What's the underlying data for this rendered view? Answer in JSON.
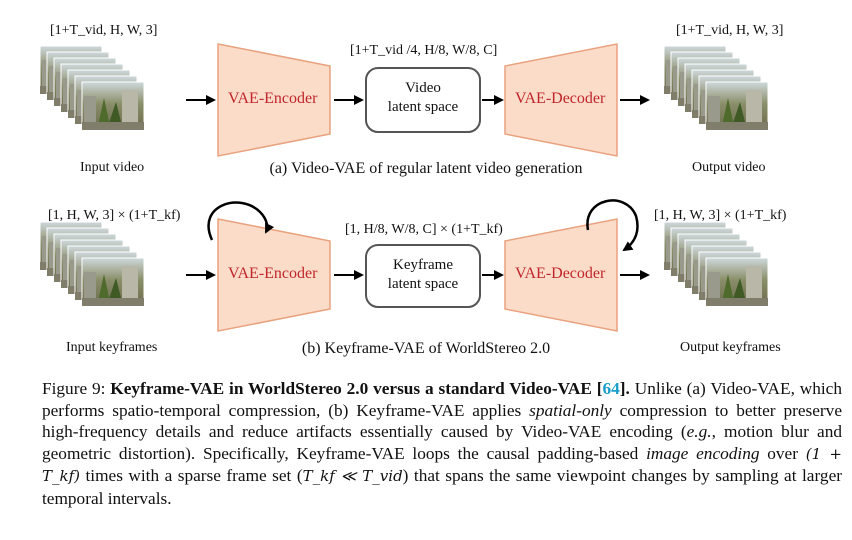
{
  "row_a": {
    "input_dims": "[1+T_vid, H, W, 3]",
    "input_label": "Input video",
    "encoder": "VAE-Encoder",
    "latent_dims": "[1+T_vid /4, H/8, W/8, C]",
    "latent_line1": "Video",
    "latent_line2": "latent space",
    "decoder": "VAE-Decoder",
    "output_dims": "[1+T_vid, H, W, 3]",
    "output_label": "Output video",
    "caption": "(a) Video-VAE of regular latent video generation"
  },
  "row_b": {
    "input_dims": "[1, H, W, 3] × (1+T_kf)",
    "input_label": "Input keyframes",
    "encoder": "VAE-Encoder",
    "latent_dims": "[1, H/8, W/8, C] × (1+T_kf)",
    "latent_line1": "Keyframe",
    "latent_line2": "latent space",
    "decoder": "VAE-Decoder",
    "output_dims": "[1, H, W, 3] × (1+T_kf)",
    "output_label": "Output keyframes",
    "caption": "(b) Keyframe-VAE of WorldStereo 2.0"
  },
  "figure_caption": {
    "prefix": "Figure 9: ",
    "bold": "Keyframe-VAE in WorldStereo 2.0 versus a standard Video-VAE [",
    "ref": "64",
    "bold_end": "].",
    "t1": " Unlike (a) Video-VAE, which performs spatio-temporal compression, (b) Keyframe-VAE applies ",
    "i1": "spatial-only",
    "t2": " compression to better preserve high-frequency details and reduce artifacts essentially caused by Video-VAE encoding (",
    "i2": "e.g.",
    "t3": ", motion blur and geometric distortion). Specifically, Keyframe-VAE loops the causal padding-based ",
    "i3": "image encoding",
    "t4": " over ",
    "m1": "(1 + T_kf)",
    "t5": " times with a sparse frame set (",
    "m2": "T_kf ≪ T_vid",
    "t6": ") that spans the same viewpoint changes by sampling at larger temporal intervals."
  },
  "colors": {
    "trapezoid_fill": "#fbdcc8",
    "trapezoid_stroke": "#e9a27f",
    "label_red": "#c0262b",
    "ref_blue": "#1a9ec9"
  }
}
